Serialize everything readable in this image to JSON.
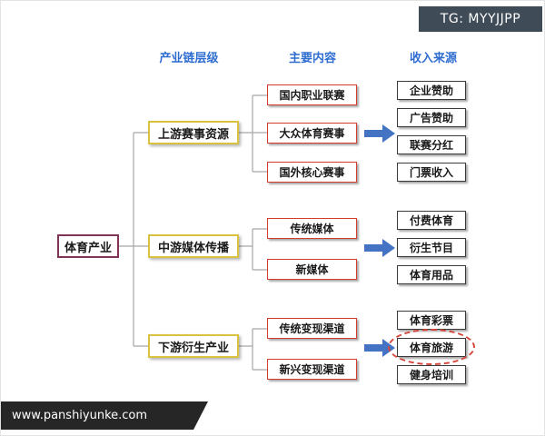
{
  "badge": "TG: MYYJJPP",
  "watermark": "www.panshiyunke.com",
  "headers": [
    "产业链层级",
    "主要内容",
    "收入来源"
  ],
  "root": "体育产业",
  "levels": [
    {
      "label": "上游赛事资源",
      "contents": [
        "国内职业联赛",
        "大众体育赛事",
        "国外核心赛事"
      ],
      "revenues": [
        "企业赞助",
        "广告赞助",
        "联赛分红",
        "门票收入"
      ]
    },
    {
      "label": "中游媒体传播",
      "contents": [
        "传统媒体",
        "新媒体"
      ],
      "revenues": [
        "付费体育",
        "衍生节目",
        "体育用品"
      ]
    },
    {
      "label": "下游衍生产业",
      "contents": [
        "传统变现渠道",
        "新兴变现渠道"
      ],
      "revenues": [
        "体育彩票",
        "体育旅游",
        "健身培训"
      ]
    }
  ],
  "highlighted_revenue": "体育旅游",
  "colors": {
    "header_text": "#2f6ed0",
    "root_border": "#7e3357",
    "level_border": "#d9c23f",
    "content_border": "#d43c30",
    "revenue_border": "#3a3a3a",
    "arrow": "#4573c4",
    "highlight_dash": "#d6453c",
    "badge_bg": "#3f4b57",
    "watermark_bg": "#262626"
  }
}
